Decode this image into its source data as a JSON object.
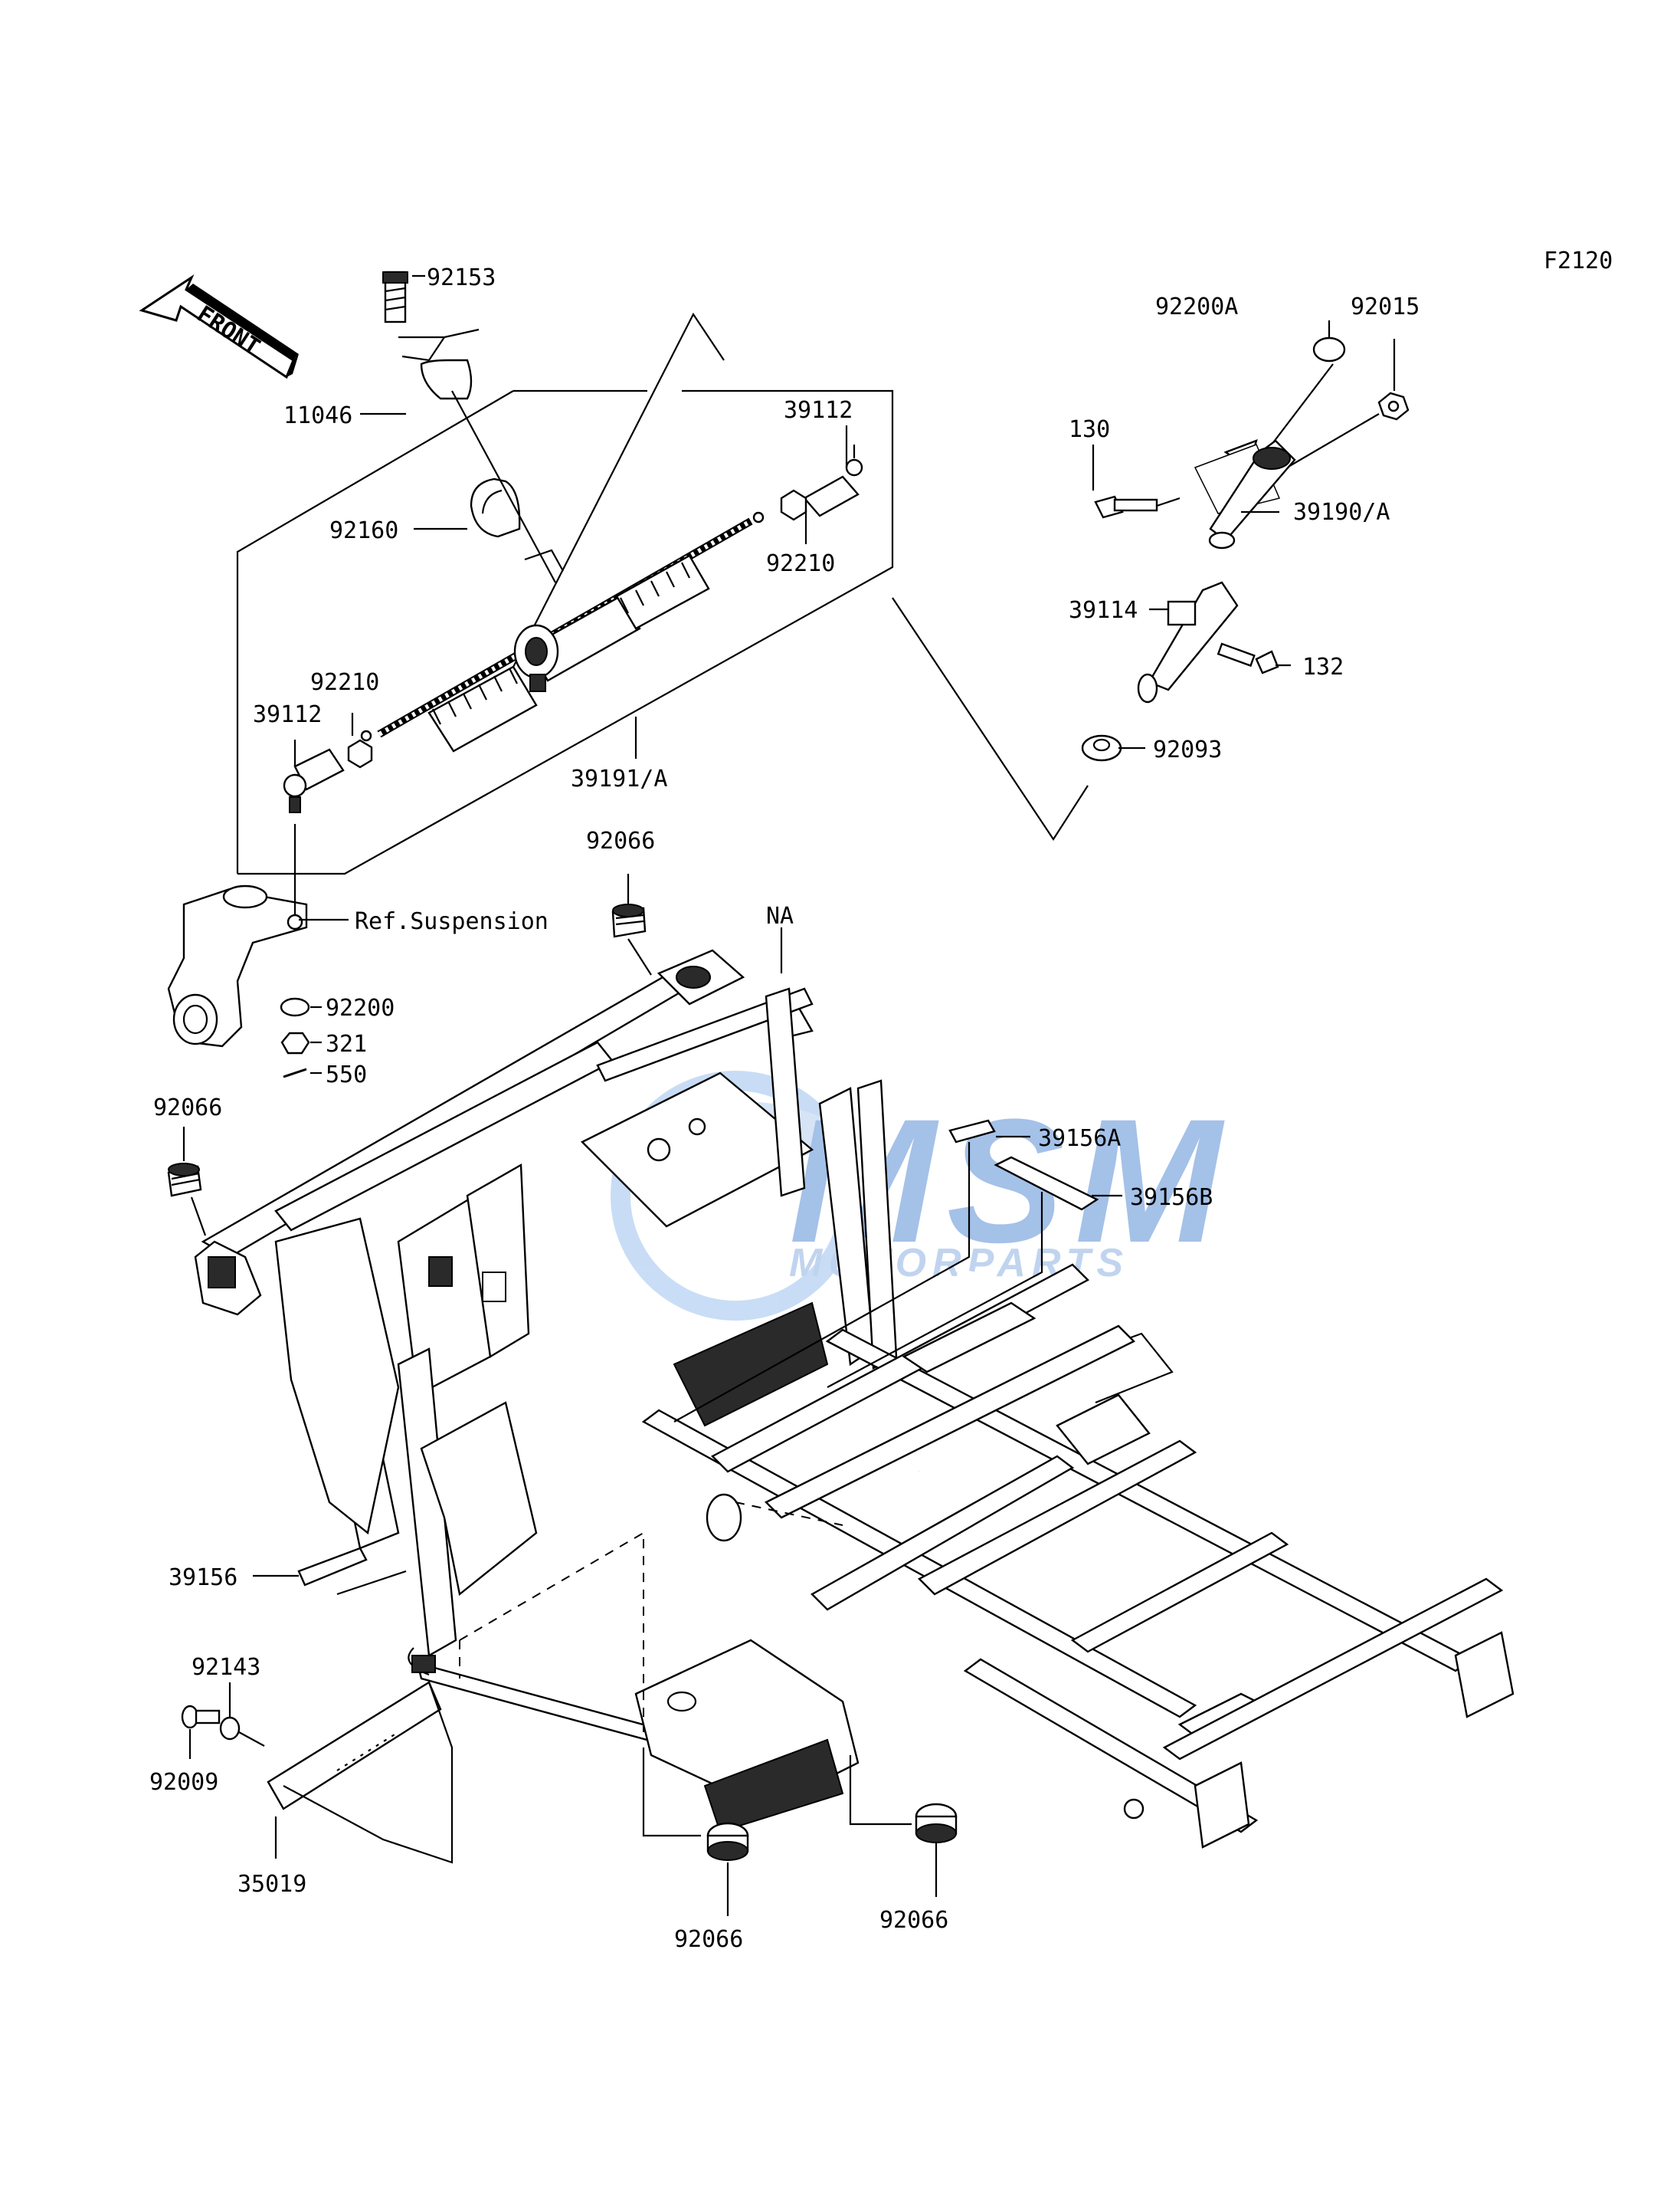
{
  "figure_code": "F2120",
  "front_label": "FRONT",
  "watermark": {
    "logo": "MSM",
    "text": "MOTORPARTS",
    "color": "#5b8fd6"
  },
  "ref_label": "Ref.Suspension",
  "na_label": "NA",
  "callouts": {
    "c92153": "92153",
    "c11046": "11046",
    "c92160": "92160",
    "c39112_top": "39112",
    "c92210_top": "92210",
    "c92210_left": "92210",
    "c39112_left": "39112",
    "c39191": "39191/A",
    "c92200A": "92200A",
    "c92015": "92015",
    "c130": "130",
    "c39190": "39190/A",
    "c39114": "39114",
    "c132": "132",
    "c92093": "92093",
    "c92066_top": "92066",
    "c92200": "92200",
    "c321": "321",
    "c550": "550",
    "c92066_left": "92066",
    "c39156A": "39156A",
    "c39156B": "39156B",
    "c39156": "39156",
    "c92143": "92143",
    "c92009": "92009",
    "c35019": "35019",
    "c92066_bl": "92066",
    "c92066_br": "92066"
  }
}
